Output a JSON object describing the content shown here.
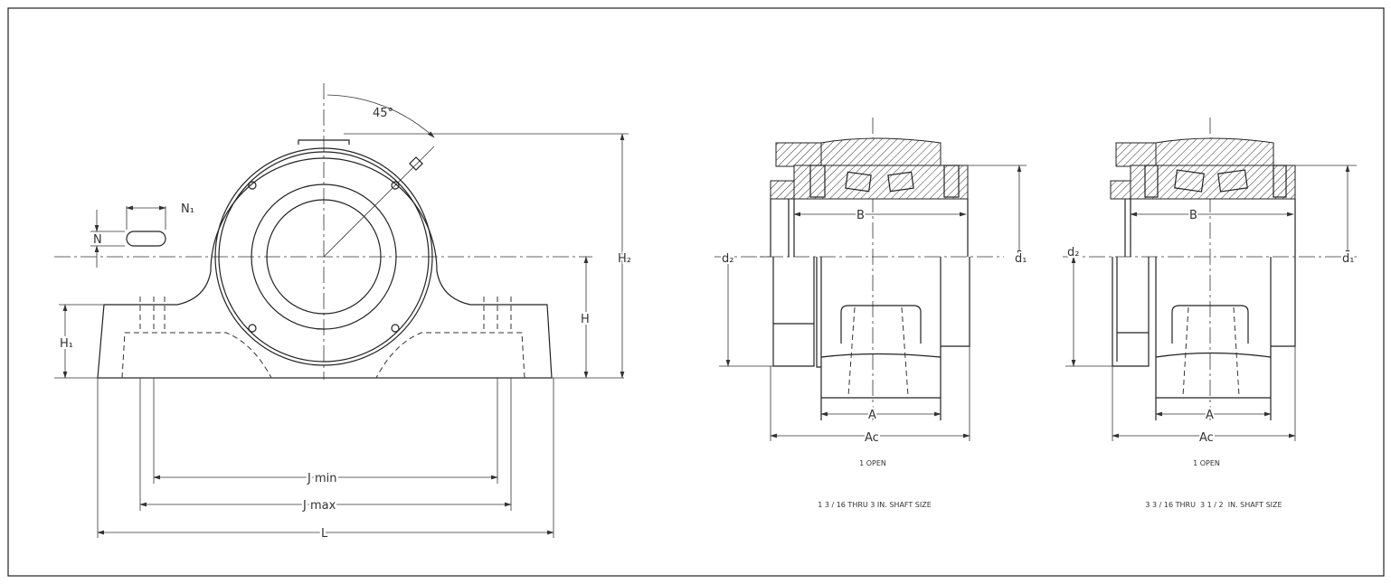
{
  "drawing": {
    "angle_label": "45°",
    "left_view": {
      "dim_n": "N",
      "dim_n1": "N₁",
      "dim_h": "H",
      "dim_h1": "H₁",
      "dim_h2": "H₂",
      "dim_j_min": "J min",
      "dim_j_max": "J max",
      "dim_l": "L"
    },
    "section_1": {
      "dim_b": "B",
      "dim_d1": "d₁",
      "dim_d2": "d₂",
      "dim_a": "A",
      "dim_ac": "Ac",
      "caption": "1 OPEN",
      "shaft_size": "1 3 / 16 THRU 3 IN. SHAFT SIZE"
    },
    "section_2": {
      "dim_b": "B",
      "dim_d1": "d₁",
      "dim_d2": "d₂",
      "dim_a": "A",
      "dim_ac": "Ac",
      "caption": "1 OPEN",
      "shaft_size": "3 3 / 16 THRU  3 1 / 2  IN. SHAFT SIZE"
    }
  }
}
